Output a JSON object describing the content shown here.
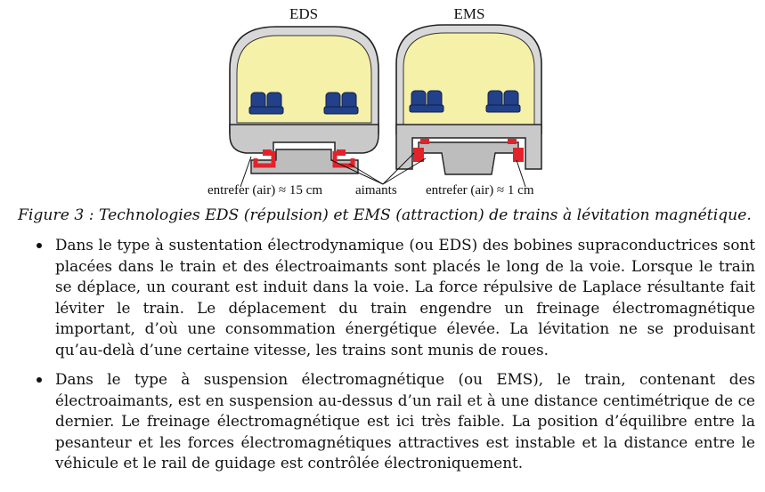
{
  "figure": {
    "eds_title": "EDS",
    "ems_title": "EMS",
    "gap_eds_label": "entrefer (air) ≈ 15 cm",
    "magnets_label": "aimants",
    "gap_ems_label": "entrefer (air) ≈ 1 cm",
    "colors": {
      "cabin_interior": "#f6f1a8",
      "body_gray": "#c9c9c9",
      "seat_blue": "#22418a",
      "magnet_red": "#e2232a",
      "rail_gray": "#bdbdbd"
    }
  },
  "caption": "Figure 3 : Technologies EDS (répulsion) et EMS (attraction) de trains à lévitation magnétique.",
  "bullets": [
    "Dans le type à sustentation électrodynamique (ou EDS) des bobines supraconductrices sont placées dans le train et des électroaimants sont placés le long de la voie. Lorsque le train se déplace, un courant est induit dans la voie. La force répulsive de Laplace résultante fait léviter le train. Le déplacement du train engendre un freinage électromagnétique important, d’où une consommation énergétique élevée. La lévitation ne se produisant qu’au-delà d’une certaine vitesse, les trains sont munis de roues.",
    "Dans le type à suspension électromagnétique (ou EMS), le train, contenant des électroaimants, est en suspension au-dessus d’un rail et à une distance centimétrique de ce dernier. Le freinage électromagnétique est ici très faible. La position d’équilibre entre la pesanteur et les forces électromagnétiques attractives est instable et la distance entre le véhicule et le rail de guidage est contrôlée électroniquement."
  ]
}
